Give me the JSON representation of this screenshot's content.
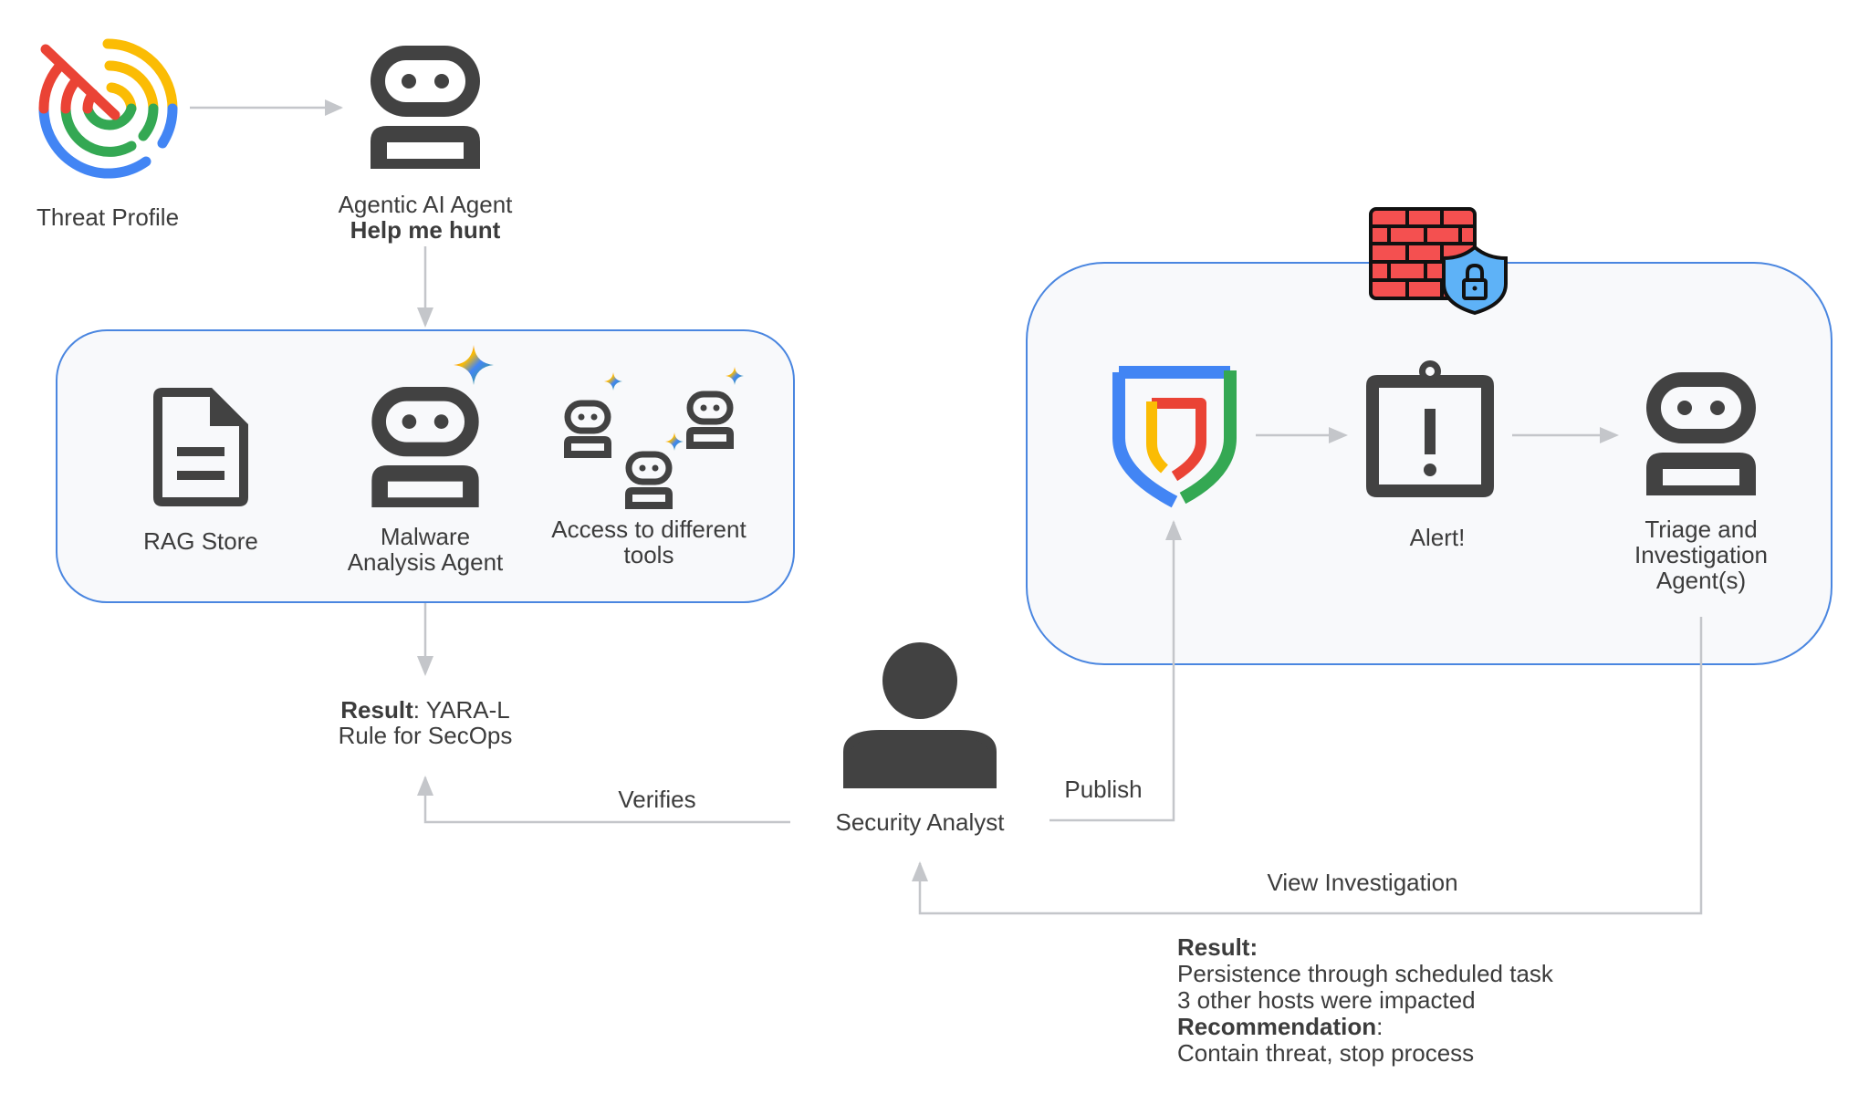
{
  "nodes": {
    "threat_profile": {
      "label": "Threat Profile",
      "icon": "threat-profile-radar-icon"
    },
    "agentic_agent": {
      "label": "Agentic AI Agent",
      "sublabel": "Help me hunt",
      "icon": "robot-icon"
    },
    "rag_store": {
      "label": "RAG Store",
      "icon": "document-icon"
    },
    "malware_agent": {
      "label_line1": "Malware",
      "label_line2": "Analysis Agent",
      "icon": "robot-icon",
      "badge": "gemini-sparkle-icon"
    },
    "tools": {
      "label_line1": "Access to different",
      "label_line2": "tools",
      "icon": "multi-robot-icon"
    },
    "yara_result": {
      "label_bold": "Result",
      "label_rest": ": YARA-L",
      "label_line2": "Rule for SecOps"
    },
    "security_analyst": {
      "label": "Security Analyst",
      "icon": "person-icon"
    },
    "secops_shield": {
      "icon": "google-secops-shield-icon"
    },
    "firewall": {
      "icon": "firewall-lock-icon"
    },
    "alert": {
      "label": "Alert!",
      "icon": "alert-clipboard-icon"
    },
    "triage_agent": {
      "label_line1": "Triage and",
      "label_line2": "Investigation",
      "label_line3": "Agent(s)",
      "icon": "robot-icon"
    }
  },
  "edges": {
    "verifies": "Verifies",
    "publish": "Publish",
    "view_investigation": "View Investigation"
  },
  "investigation_result": {
    "result_heading": "Result:",
    "result_line1": "Persistence through scheduled task",
    "result_line2": "3 other hosts were impacted",
    "recommendation_heading": "Recommendation",
    "recommendation_colon": ":",
    "recommendation_line1": "Contain threat, stop process"
  },
  "colors": {
    "panel_border": "#4a86e0",
    "panel_fill": "#f8f9fb",
    "icon_dark": "#424242",
    "connector": "#c4c6ca",
    "google_red": "#ea4335",
    "google_yellow": "#fbbc04",
    "google_green": "#34a853",
    "google_blue": "#4285f4",
    "firewall_red": "#f45050",
    "lock_blue": "#5eb2f7"
  }
}
